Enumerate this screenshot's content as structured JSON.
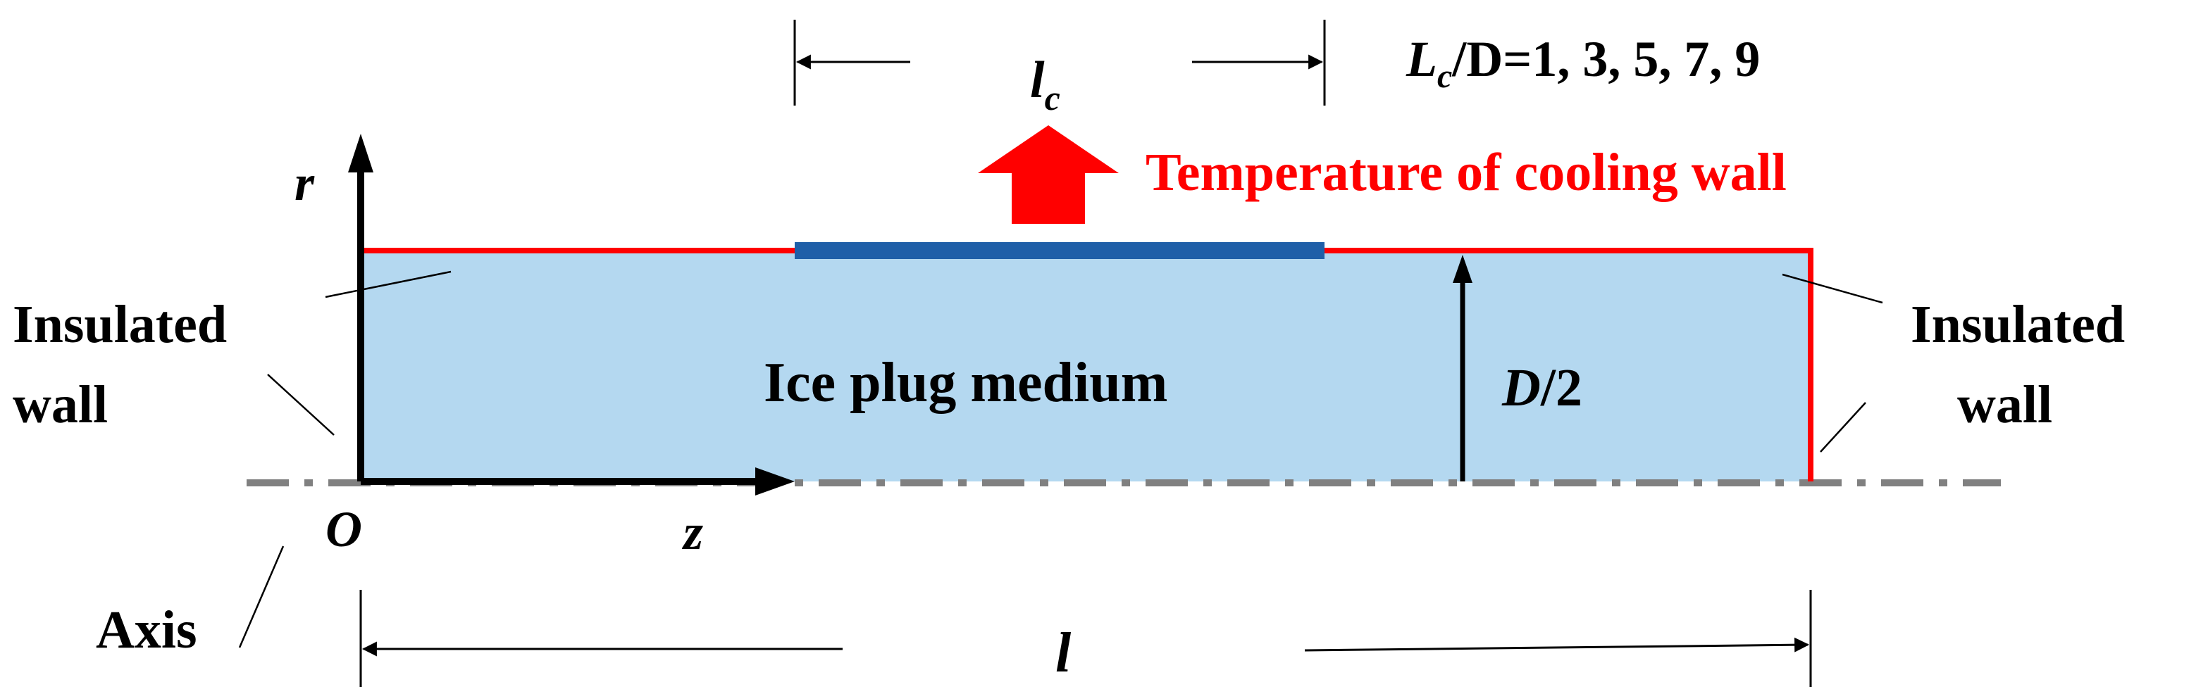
{
  "labels": {
    "lc_symbol": "l",
    "lc_sub": "c",
    "ratio_L": "L",
    "ratio_sub": "c",
    "ratio_rest": "/D=1, 3, 5, 7, 9",
    "cooling_wall": "Temperature of cooling wall",
    "r_axis": "r",
    "z_axis": "z",
    "origin": "O",
    "left_wall_line1": "Insulated",
    "left_wall_line2": "wall",
    "right_wall_line1": "Insulated",
    "right_wall_line2": "wall",
    "medium": "Ice plug medium",
    "radius_D": "D",
    "radius_rest": "/2",
    "axis": "Axis",
    "length_l": "l"
  },
  "colors": {
    "domain_fill": "#b4d8f0",
    "insulated_wall": "#ff0000",
    "cooling_wall": "#1f5fa8",
    "heat_arrow": "#ff0000",
    "axis_line": "#808080",
    "ink": "#000000"
  }
}
